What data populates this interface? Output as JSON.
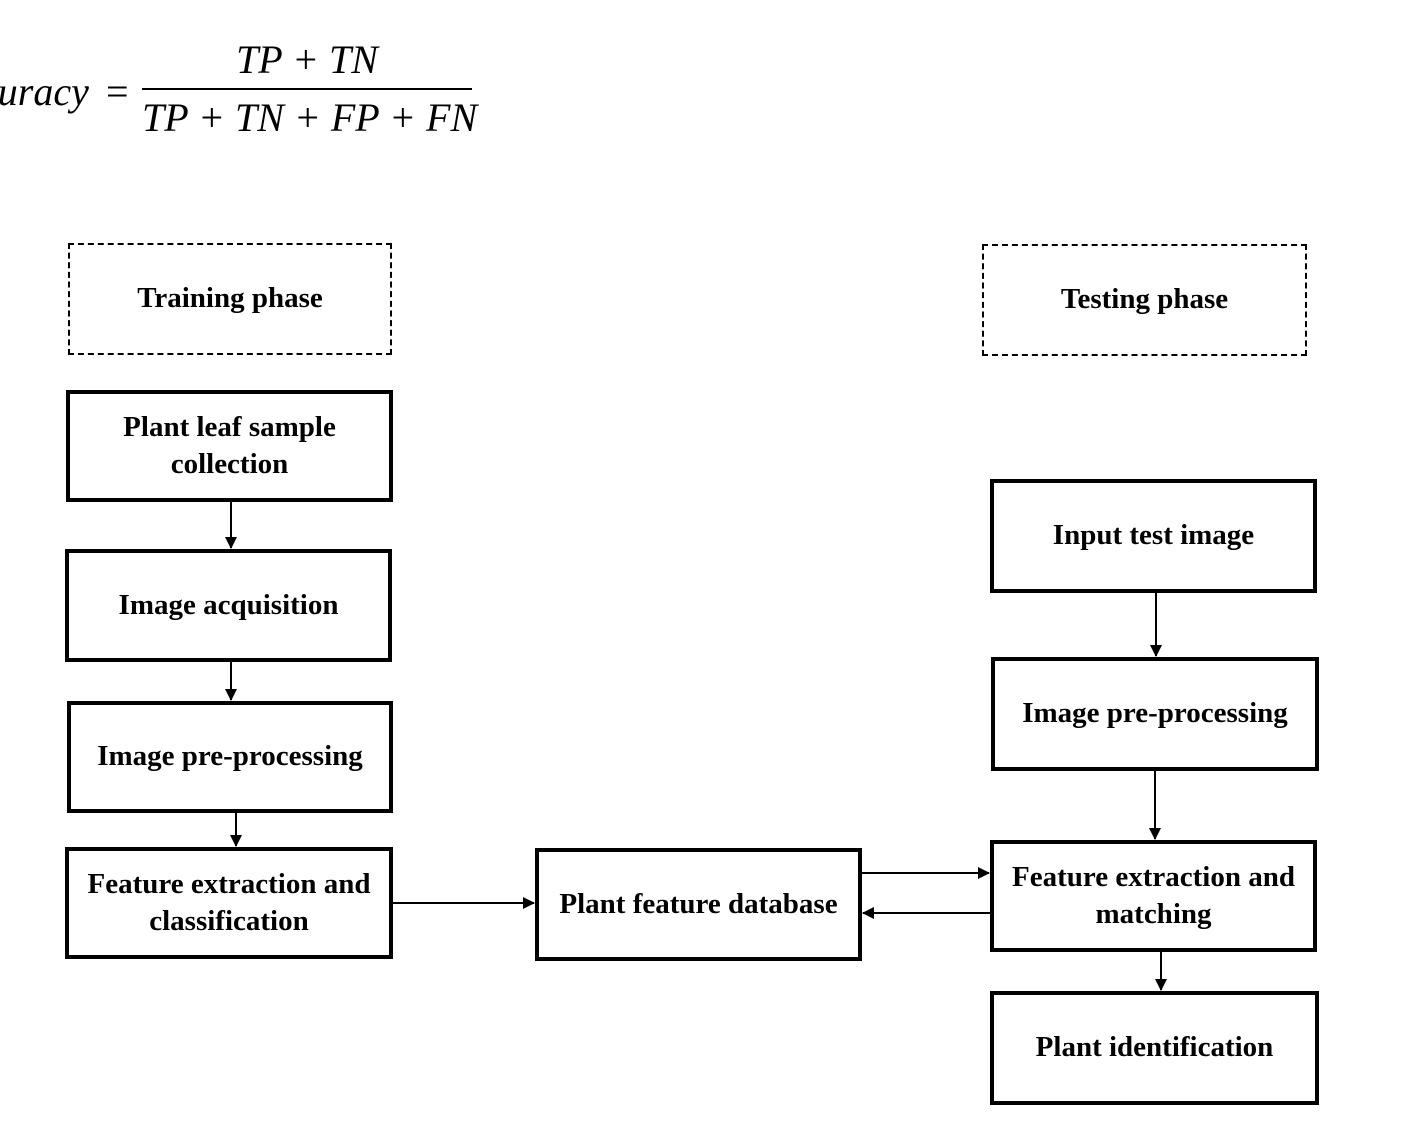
{
  "formula": {
    "lhs": "curacy",
    "equals": "=",
    "numerator": "TP + TN",
    "denominator": "TP + TN + FP + FN"
  },
  "training": {
    "phase_label": "Training phase",
    "steps": [
      "Plant leaf sample collection",
      "Image acquisition",
      "Image pre-processing",
      "Feature extraction and classification"
    ]
  },
  "database": {
    "label": "Plant feature database"
  },
  "testing": {
    "phase_label": "Testing phase",
    "steps": [
      "Input test image",
      "Image pre-processing",
      "Feature extraction and matching",
      "Plant identification"
    ]
  }
}
